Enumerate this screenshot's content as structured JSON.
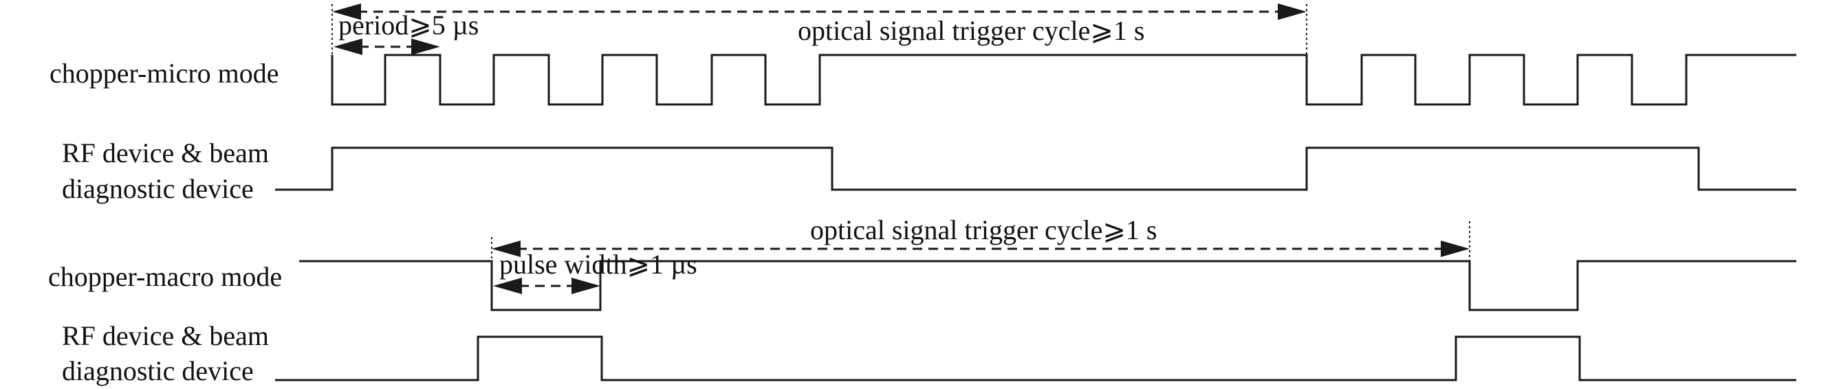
{
  "signals": [
    {
      "id": "chopper-micro",
      "label_lines": [
        "chopper-micro mode"
      ]
    },
    {
      "id": "rf-device-1",
      "label_lines": [
        "RF device & beam",
        "diagnostic device"
      ]
    },
    {
      "id": "chopper-macro",
      "label_lines": [
        "chopper-macro mode"
      ]
    },
    {
      "id": "rf-device-2",
      "label_lines": [
        "RF device & beam",
        "diagnostic device"
      ]
    }
  ],
  "annotations": {
    "period": "period⩾5 µs",
    "micro_trigger_cycle": "optical signal trigger cycle⩾1 s",
    "macro_trigger_cycle": "optical signal trigger cycle⩾1 s",
    "pulse_width": "pulse width⩾1 µs"
  },
  "colors": {
    "line": "#1a1a1a",
    "text": "#111111",
    "background": "#ffffff"
  }
}
